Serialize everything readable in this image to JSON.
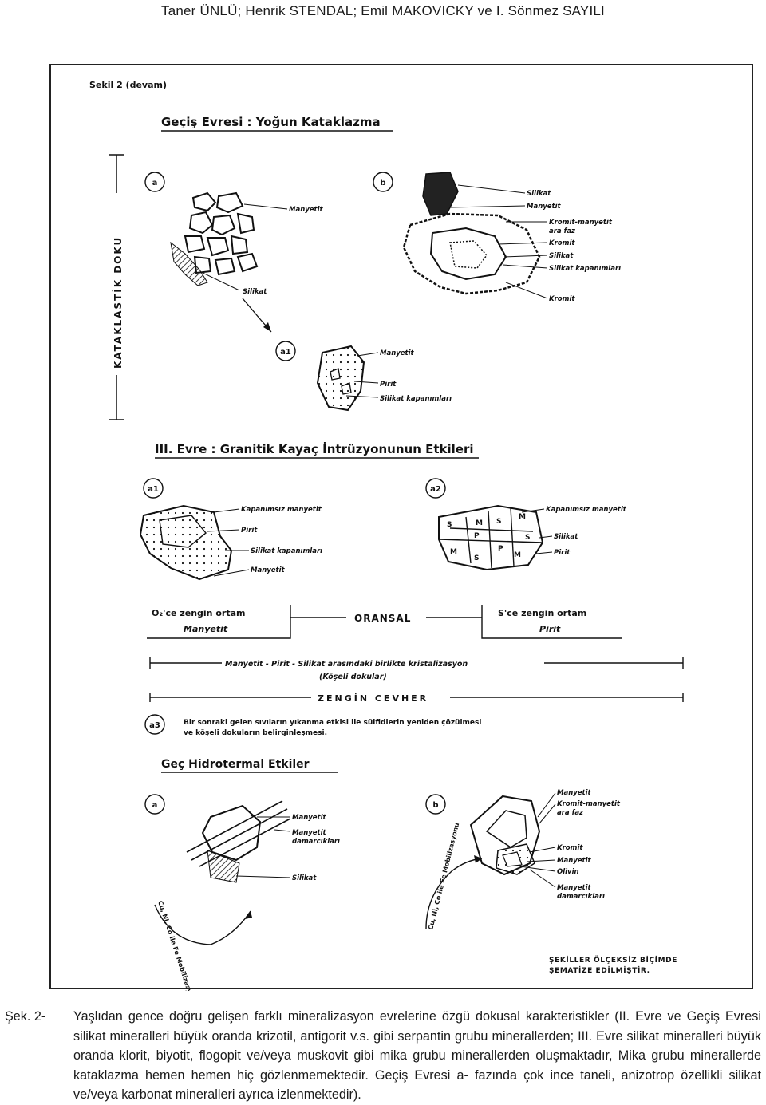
{
  "header": {
    "running_title": "Taner ÜNLÜ; Henrik STENDAL; Emil MAKOVICKY ve I. Sönmez SAYILI"
  },
  "figure": {
    "continued_label": "Şekil 2 (devam)",
    "section_transition": {
      "title": "Geçiş Evresi : Yoğun Kataklazma",
      "side_label": "KATAKLASTİK DOKU",
      "panel_a": {
        "label": "a",
        "labels": [
          "Manyetit",
          "Silikat"
        ]
      },
      "panel_a1": {
        "label": "a1",
        "labels": [
          "Manyetit",
          "Pirit",
          "Silikat kapanımları"
        ]
      },
      "panel_b": {
        "label": "b",
        "labels": [
          "Silikat",
          "Manyetit",
          "Kromit-manyetit",
          "ara faz",
          "Kromit",
          "Silikat",
          "Silikat kapanımları",
          "Kromit"
        ]
      }
    },
    "section_granitic": {
      "title": "III. Evre : Granitik Kayaç İntrüzyonunun Etkileri",
      "panel_a1": {
        "label": "a1",
        "labels": [
          "Kapanımsız manyetit",
          "Pirit",
          "Silikat kapanımları",
          "Manyetit"
        ]
      },
      "panel_a2": {
        "label": "a2",
        "labels": [
          "Kapanımsız manyetit",
          "Silikat",
          "Pirit"
        ],
        "letters": [
          "S",
          "M",
          "S",
          "M",
          "P",
          "S",
          "M",
          "P",
          "S",
          "M"
        ]
      },
      "left_box": {
        "line1": "O₂'ce zengin ortam",
        "line2": "Manyetit"
      },
      "middle": "ORANSAL",
      "right_box": {
        "line1": "S'ce zengin ortam",
        "line2": "Pirit"
      },
      "cryst_line1": "Manyetit - Pirit - Silikat arasındaki birlikte kristalizasyon",
      "cryst_line2": "(Köşeli dokular)",
      "rich_ore": "ZENGİN CEVHER",
      "panel_a3": {
        "label": "a3",
        "line1": "Bir sonraki gelen sıvıların yıkanma etkisi ile sülfidlerin yeniden çözülmesi",
        "line2": "ve köşeli dokuların belirginleşmesi."
      }
    },
    "section_late": {
      "title": "Geç Hidrotermal Etkiler",
      "panel_a": {
        "label": "a",
        "labels": [
          "Manyetit",
          "Manyetit",
          "damarcıkları",
          "Silikat"
        ],
        "arrow_text": "Cu, Ni, Co ile Fe Mobilizasyonu"
      },
      "panel_b": {
        "label": "b",
        "labels": [
          "Manyetit",
          "Kromit-manyetit",
          "ara faz",
          "Kromit",
          "Manyetit",
          "Olivin",
          "Manyetit",
          "damarcıkları"
        ],
        "arrow_text": "Cu, Ni, Co ile Fe Mobilizasyonu"
      }
    },
    "footnote": {
      "line1": "ŞEKİLLER ÖLÇEKSİZ BİÇİMDE",
      "line2": "ŞEMATİZE EDİLMİŞTİR."
    }
  },
  "caption": {
    "label": "Şek. 2-",
    "text": "Yaşlıdan gence doğru gelişen farklı mineralizasyon evrelerine özgü dokusal karakteristikler (II. Evre ve Geçiş Evresi silikat mineralleri büyük oranda krizotil, antigorit v.s. gibi serpantin grubu minerallerden; III. Evre silikat mineralleri büyük oranda klorit, biyotit, flogopit ve/veya muskovit gibi mika grubu minerallerden oluşmaktadır, Mika grubu minerallerde kataklazma hemen hemen hiç gözlenmemektedir. Geçiş Evresi a- fazında çok ince taneli, anizotrop özellikli silikat ve/veya karbonat mineralleri ayrıca izlenmektedir)."
  }
}
